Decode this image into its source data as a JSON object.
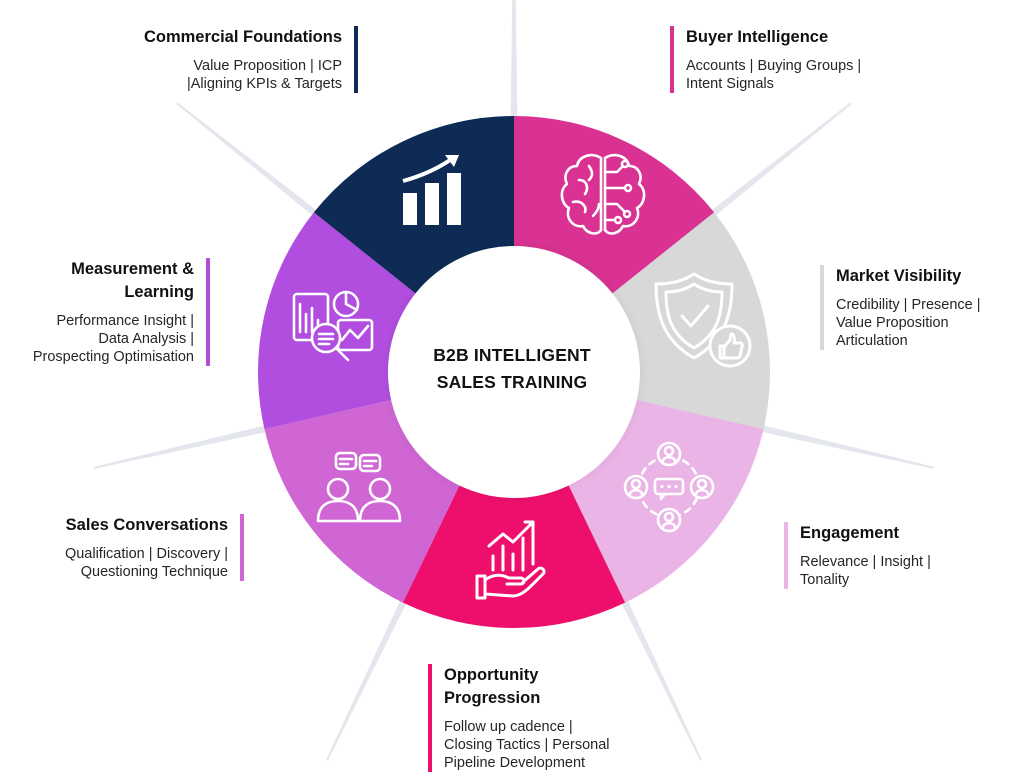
{
  "center": {
    "line1": "B2B INTELLIGENT",
    "line2": "SALES TRAINING"
  },
  "segments": [
    {
      "title": "Commercial Foundations",
      "title_lines": [
        "Commercial Foundations"
      ],
      "text_lines": [
        "Value Proposition | ICP",
        "|Aligning KPIs & Targets"
      ],
      "color": "#0d2b55",
      "icon": "bar-chart-growth-icon"
    },
    {
      "title": "Buyer Intelligence",
      "title_lines": [
        "Buyer Intelligence"
      ],
      "text_lines": [
        "Accounts | Buying Groups |",
        "Intent Signals"
      ],
      "color": "#d93292",
      "icon": "brain-circuit-icon"
    },
    {
      "title": "Market Visibility",
      "title_lines": [
        "Market Visibility"
      ],
      "text_lines": [
        "Credibility | Presence |",
        "Value Proposition",
        "Articulation"
      ],
      "color": "#d8d8d8",
      "icon": "shield-thumbs-up-icon"
    },
    {
      "title": "Engagement",
      "title_lines": [
        "Engagement"
      ],
      "text_lines": [
        "Relevance | Insight |",
        "Tonality"
      ],
      "color": "#ebb4e6",
      "icon": "network-people-icon"
    },
    {
      "title": "Opportunity Progression",
      "title_lines": [
        "Opportunity",
        "Progression"
      ],
      "text_lines": [
        "Follow up cadence |",
        "Closing Tactics | Personal",
        "Pipeline Development"
      ],
      "color": "#ee0f6c",
      "icon": "hand-growth-chart-icon"
    },
    {
      "title": "Sales Conversations",
      "title_lines": [
        "Sales Conversations"
      ],
      "text_lines": [
        "Qualification | Discovery |",
        "Questioning Technique"
      ],
      "color": "#cf66d4",
      "icon": "two-people-conversation-icon"
    },
    {
      "title": "Measurement & Learning",
      "title_lines": [
        "Measurement &",
        "Learning"
      ],
      "text_lines": [
        "Performance Insight |",
        "Data Analysis |",
        "Prospecting Optimisation"
      ],
      "color": "#b14ee0",
      "icon": "analytics-dashboard-icon"
    }
  ]
}
